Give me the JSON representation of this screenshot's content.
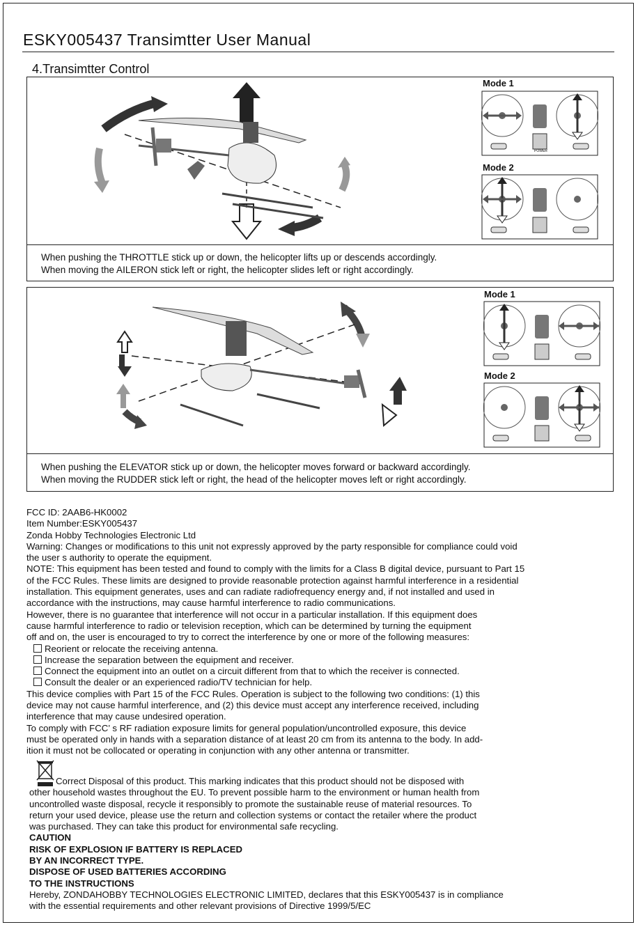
{
  "header": {
    "title": "ESKY005437 Transimtter User Manual"
  },
  "section": {
    "title": "4.Transimtter Control"
  },
  "panel1": {
    "mode1_label": "Mode 1",
    "mode2_label": "Mode 2",
    "caption1": "When pushing the THROTTLE stick up or down, the helicopter lifts up or descends accordingly.",
    "caption2": "When moving the AILERON stick left or right, the helicopter slides left or right accordingly."
  },
  "panel2": {
    "mode1_label": "Mode 1",
    "mode2_label": "Mode 2",
    "caption1": "When pushing the ELEVATOR stick up or down, the helicopter moves forward or backward accordingly.",
    "caption2": "When moving the RUDDER stick left or right, the head of the helicopter moves left or right accordingly."
  },
  "transmitter": {
    "power_label": "POWER"
  },
  "fcc": {
    "lines": [
      "FCC ID: 2AAB6-HK0002",
      "Item Number:ESKY005437",
      "Zonda Hobby Technologies Electronic Ltd",
      "Warning: Changes or modifications to this unit not expressly approved by the party responsible for compliance could void",
      " the user s authority to operate the equipment.",
      "NOTE: This equipment has been tested and found to comply with the limits for a Class B digital device, pursuant to Part 15",
      " of the FCC Rules. These limits are designed to provide reasonable protection against harmful interference in a residential",
      "installation. This equipment generates, uses and can radiate radiofrequency energy and, if not installed and used in",
      "accordance with the instructions, may cause harmful interference to radio communications.",
      "However, there is no guarantee that interference will not occur in a particular installation. If this equipment does",
      "cause harmful interference to radio or television reception, which can be determined by turning the equipment",
      "off and on, the user is encouraged to try to correct the interference by one or more of the  following measures:"
    ],
    "measures": [
      "Reorient or relocate the receiving antenna.",
      "Increase the separation between the equipment and receiver.",
      "Connect the equipment into an outlet on a circuit different from that to which the receiver is connected.",
      "Consult the dealer or an experienced radio/TV technician for help."
    ],
    "lines2": [
      "This device complies with Part 15 of the FCC Rules. Operation is subject to the following two conditions: (1) this",
      "device may not cause harmful interference, and (2) this device must accept any interference received, including",
      "interference that may cause undesired operation.",
      "To comply with FCC’  s RF radiation exposure limits for general population/uncontrolled exposure, this device",
      "must be operated only in hands with a separation distance of at least 20 cm from its antenna to the body. In add-",
      "ition it must not be collocated or operating in conjunction with any other antenna or transmitter."
    ]
  },
  "disposal": {
    "lines": [
      "Correct Disposal of this product. This marking indicates that this product should not be disposed with",
      "other household wastes throughout the EU. To prevent possible harm to the environment or human health from",
      " uncontrolled waste disposal, recycle it responsibly to promote the sustainable reuse of material resources. To",
      "return your used device, please use the return and collection systems  or contact the retailer where the product",
      "was purchased. They can take this product for environmental safe recycling."
    ],
    "caution": [
      "CAUTION",
      "RISK OF EXPLOSION IF BATTERY IS REPLACED",
      "BY AN INCORRECT TYPE.",
      "DISPOSE OF USED BATTERIES ACCORDING",
      "TO THE INSTRUCTIONS"
    ],
    "declaration": [
      "Hereby, ZONDAHOBBY TECHNOLOGIES ELECTRONIC LIMITED, declares that this ESKY005437  is in compliance",
      "with the essential requirements and other relevant provisions of Directive 1999/5/EC"
    ]
  }
}
